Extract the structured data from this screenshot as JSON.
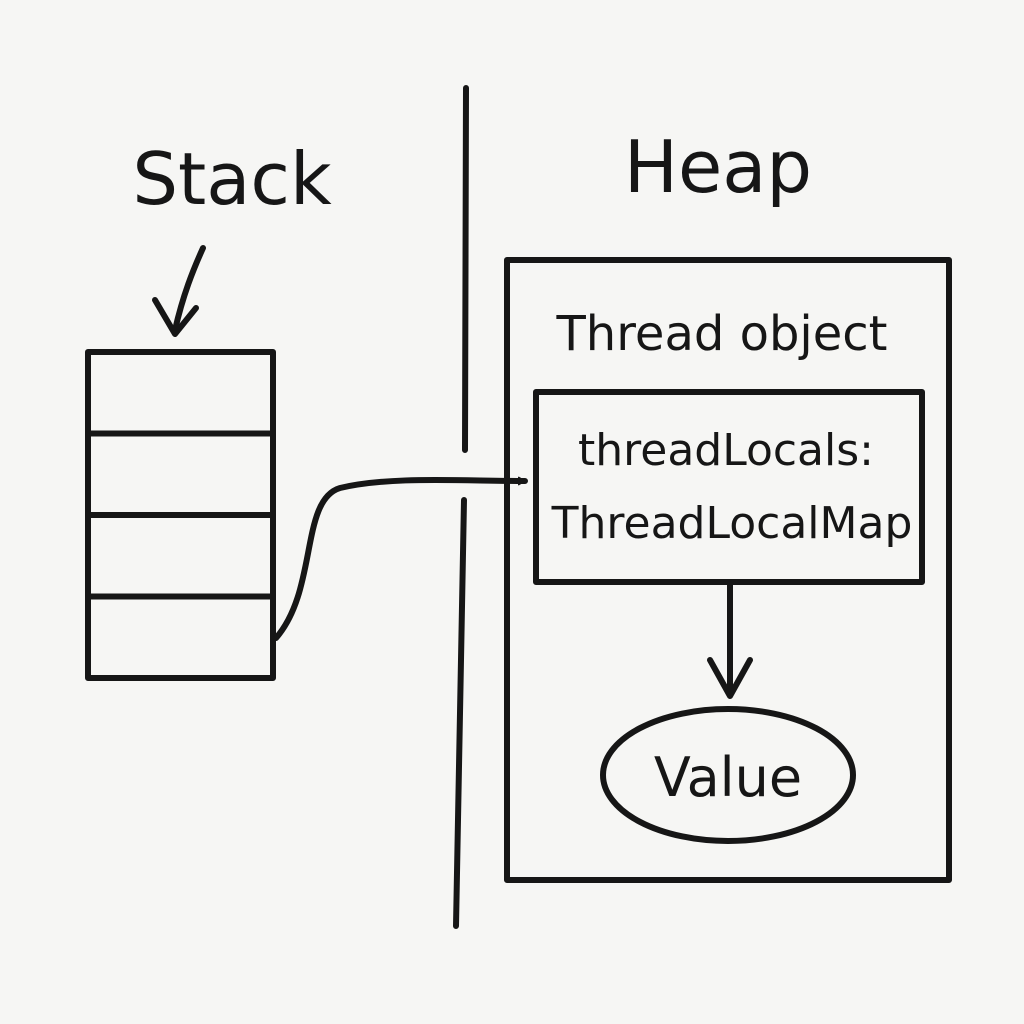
{
  "stack": {
    "title": "Stack",
    "frame_count": 4
  },
  "heap": {
    "title": "Heap",
    "thread_object": {
      "label": "Thread object",
      "field": {
        "line1": "threadLocals:",
        "line2": "ThreadLocalMap"
      },
      "value": "Value"
    }
  },
  "colors": {
    "ink": "#161616",
    "background": "#f6f6f4"
  }
}
